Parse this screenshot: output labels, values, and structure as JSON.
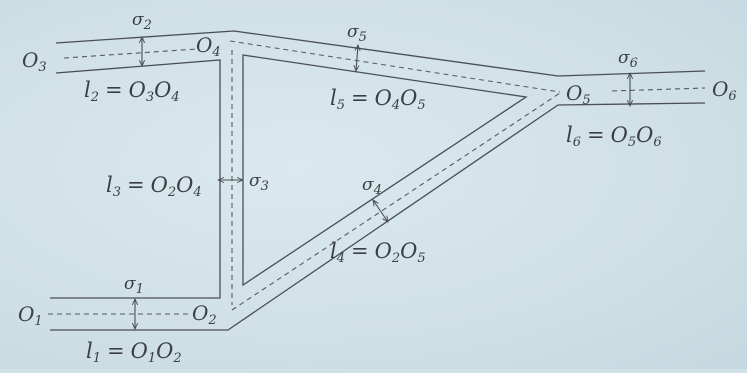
{
  "diagram": {
    "nodes": [
      "O",
      "O",
      "O",
      "O",
      "O",
      "O"
    ],
    "node_subscripts": [
      "1",
      "2",
      "3",
      "4",
      "5",
      "6"
    ],
    "sigma_symbol": "σ",
    "sigma_subscripts": [
      "1",
      "2",
      "3",
      "4",
      "5",
      "6"
    ],
    "lengths": {
      "l1": {
        "l": "l",
        "l_sub": "1",
        "eq": "=",
        "a": "O",
        "a_sub": "1",
        "b": "O",
        "b_sub": "2"
      },
      "l2": {
        "l": "l",
        "l_sub": "2",
        "eq": "=",
        "a": "O",
        "a_sub": "3",
        "b": "O",
        "b_sub": "4"
      },
      "l3": {
        "l": "l",
        "l_sub": "3",
        "eq": "=",
        "a": "O",
        "a_sub": "2",
        "b": "O",
        "b_sub": "4"
      },
      "l4": {
        "l": "l",
        "l_sub": "4",
        "eq": "=",
        "a": "O",
        "a_sub": "2",
        "b": "O",
        "b_sub": "5"
      },
      "l5": {
        "l": "l",
        "l_sub": "5",
        "eq": "=",
        "a": "O",
        "a_sub": "4",
        "b": "O",
        "b_sub": "5"
      },
      "l6": {
        "l": "l",
        "l_sub": "6",
        "eq": "=",
        "a": "O",
        "a_sub": "5",
        "b": "O",
        "b_sub": "6"
      }
    }
  }
}
